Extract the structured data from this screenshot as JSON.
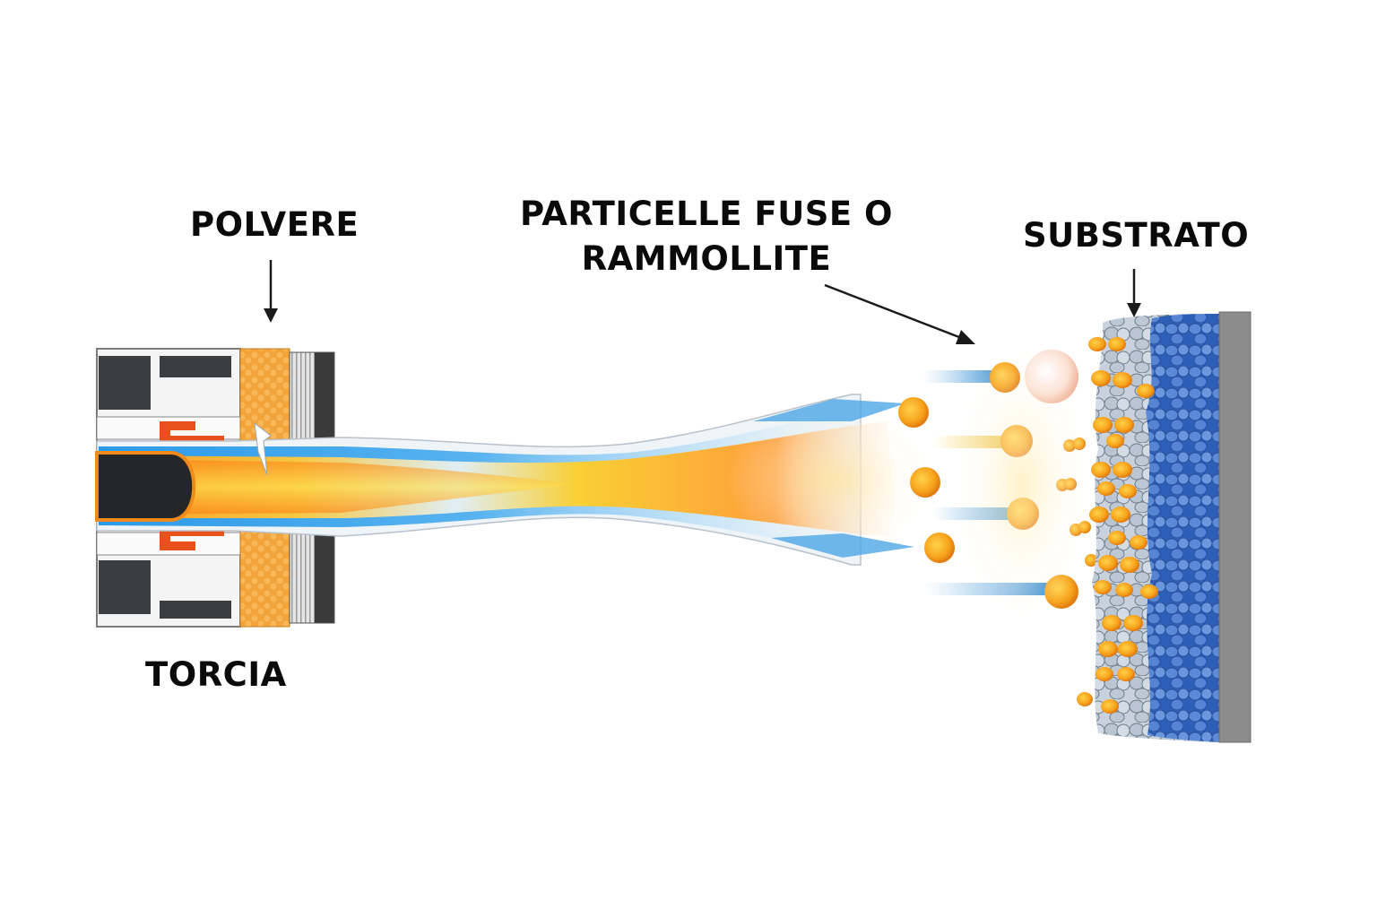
{
  "labels": {
    "powder": "POLVERE",
    "particles_line1": "PARTICELLE FUSE O",
    "particles_line2": "RAMMOLLITE",
    "substrate": "SUBSTRATO",
    "torch": "TORCIA"
  },
  "components": {
    "torch": "torch-cross-section",
    "powder": "powder-feed-chamber",
    "jet": "plasma-flame-jet",
    "particles": "molten-particles-in-flight",
    "coating": "splat-coating-layer",
    "substrate": "substrate-plate"
  },
  "colors": {
    "text": "#0a0a0a",
    "flame_orange": "#f7931e",
    "flame_yellow": "#ffd21f",
    "jet_blue": "#2f9be8",
    "particle": "#f5a11a",
    "coating_blue": "#3a6fc4",
    "substrate_gray": "#8c8c8c",
    "torch_dark": "#3a3d40",
    "nozzle_red": "#e8501c"
  }
}
